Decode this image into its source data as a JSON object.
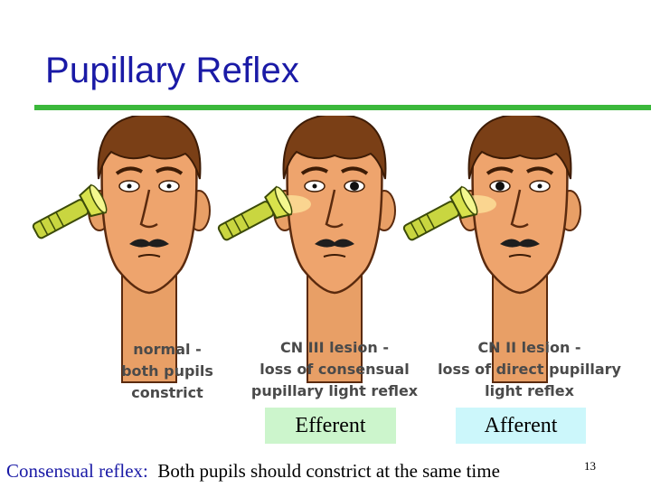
{
  "slide": {
    "title": "Pupillary Reflex",
    "accent_color": "#1a1aa6",
    "rule_color": "#3bb83b",
    "page_number": "13"
  },
  "figure": {
    "panels": [
      {
        "caption": "normal -\nboth pupils\nconstrict",
        "eyes": "both pupils small (constricted)",
        "light": "off"
      },
      {
        "caption": "CN III lesion -\nloss of consensual\npupillary light reflex",
        "eyes": "lit eye constricted, other eye dilated",
        "light": "on"
      },
      {
        "caption": "CN II lesion -\nloss of direct pupillary\nlight reflex",
        "eyes": "lit eye dilated, other eye constricted",
        "light": "on"
      }
    ]
  },
  "labels": {
    "efferent": "Efferent",
    "afferent": "Afferent"
  },
  "footer": {
    "key": "Consensual reflex:",
    "text": "Both pupils should constrict at the same time"
  }
}
